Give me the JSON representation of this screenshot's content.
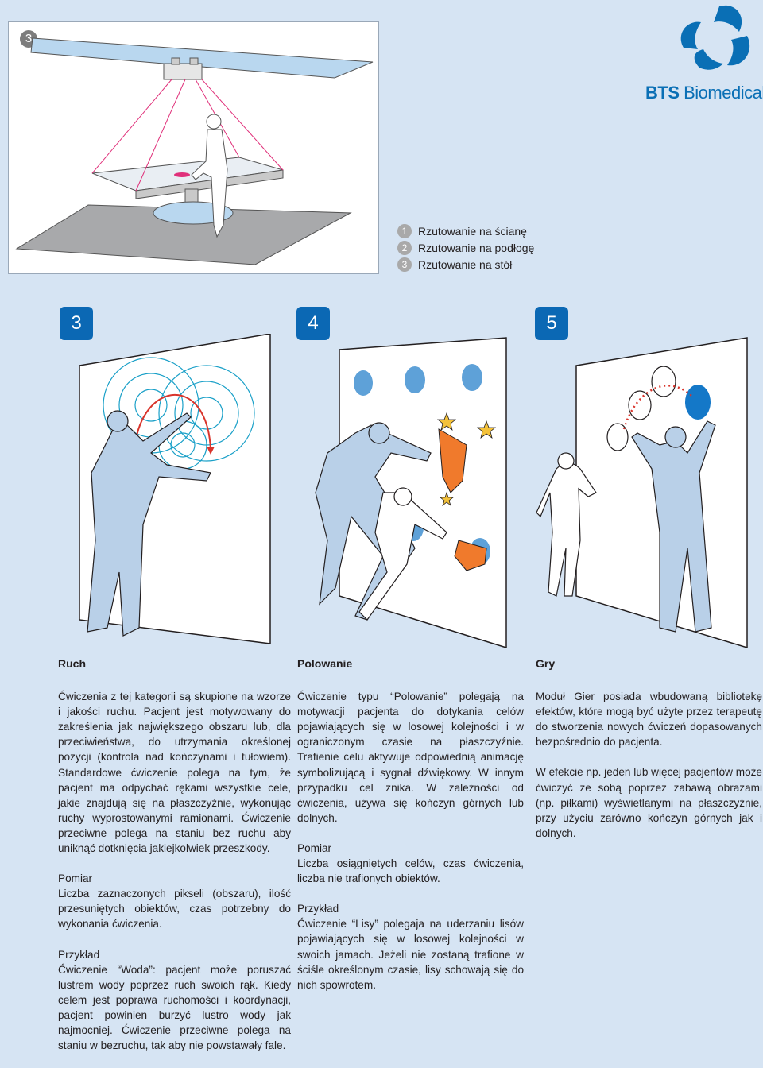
{
  "top_panel": {
    "badge": "3",
    "legend": [
      {
        "num": "1",
        "label": "Rzutowanie na ścianę"
      },
      {
        "num": "2",
        "label": "Rzutowanie na podłogę"
      },
      {
        "num": "3",
        "label": "Rzutowanie na stół"
      }
    ]
  },
  "logo": {
    "brand_bold": "BTS",
    "brand_rest": " Biomedical"
  },
  "sections": [
    {
      "num": "3",
      "title": "Ruch",
      "paragraphs": [
        "Ćwiczenia z tej kategorii są skupione na wzorze i jakości ruchu. Pacjent jest motywowany do zakreślenia jak największego obszaru lub, dla przeciwieństwa, do utrzymania określonej pozycji (kontrola nad kończynami i tułowiem). Standardowe ćwiczenie polega na tym, że pacjent ma odpychać rękami wszystkie cele, jakie znajdują się na płaszczyźnie, wykonując ruchy wyprostowanymi ramionami. Ćwiczenie przeciwne polega na staniu bez ruchu aby uniknąć dotknięcia jakiejkolwiek przeszkody."
      ],
      "measure_label": "Pomiar",
      "measure_text": "Liczba zaznaczonych pikseli (obszaru), ilość przesuniętych obiektów, czas potrzebny do wykonania ćwiczenia.",
      "example_label": "Przykład",
      "example_text": "Ćwiczenie “Woda”: pacjent może poruszać lustrem wody poprzez ruch swoich rąk. Kiedy celem jest poprawa ruchomości i koordynacji, pacjent powinien burzyć lustro wody jak najmocniej. Ćwiczenie przeciwne polega na staniu w bezruchu, tak aby nie powstawały fale."
    },
    {
      "num": "4",
      "title": "Polowanie",
      "paragraphs": [
        "Ćwiczenie typu “Polowanie” polegają na motywacji pacjenta do dotykania celów pojawiających się w losowej kolejności i w ograniczonym czasie na płaszczyźnie. Trafienie celu aktywuje odpowiednią animację symbolizującą i sygnał dźwiękowy. W innym przypadku cel znika. W zależności od ćwiczenia, używa się kończyn górnych lub dolnych."
      ],
      "measure_label": "Pomiar",
      "measure_text": "Liczba osiągniętych celów, czas ćwiczenia, liczba nie trafionych obiektów.",
      "example_label": "Przykład",
      "example_text": "Ćwiczenie “Lisy” polegaja na uderzaniu lisów pojawiających się w losowej kolejności w swoich jamach. Jeżeli nie zostaną trafione w ściśle określonym czasie, lisy schowają się do nich spowrotem."
    },
    {
      "num": "5",
      "title": "Gry",
      "paragraphs": [
        "Moduł Gier posiada wbudowaną bibliotekę efektów, które mogą być użyte przez terapeutę do stworzenia nowych ćwiczeń dopasowanych bezpośrednio do pacjenta.",
        "W efekcie np. jeden lub więcej pacjentów może ćwiczyć ze sobą poprzez zabawą obrazami (np. piłkami) wyświetlanymi na płaszczyźnie, przy użyciu zarówno kończyn górnych jak i dolnych."
      ]
    }
  ]
}
